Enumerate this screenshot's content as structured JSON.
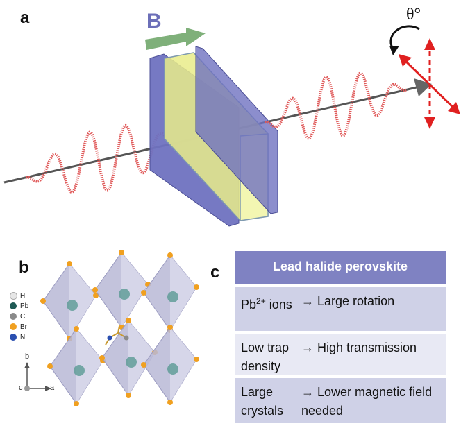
{
  "panels": {
    "a": "a",
    "b": "b",
    "c": "c"
  },
  "panel_a": {
    "field_label": "B",
    "angle_label": "θ°"
  },
  "panel_b": {
    "legend": [
      {
        "symbol": "H",
        "color": "#e6e6e6"
      },
      {
        "symbol": "Pb",
        "color": "#1e5a54"
      },
      {
        "symbol": "C",
        "color": "#8a8a8a"
      },
      {
        "symbol": "Br",
        "color": "#f0a020"
      },
      {
        "symbol": "N",
        "color": "#2a4fb0"
      }
    ],
    "axes": {
      "b": "b",
      "c": "c",
      "a": "a"
    }
  },
  "table": {
    "title": "Lead halide perovskite",
    "rows": [
      {
        "left_pre": "Pb",
        "left_sup": "2+",
        "left_post": " ions",
        "arrow": "→",
        "right": "Large rotation"
      },
      {
        "left": "Low trap density",
        "arrow": "→",
        "right": "High transmission"
      },
      {
        "left": "Large crystals",
        "arrow": "→",
        "right": "Lower magnetic field needed"
      }
    ],
    "colors": {
      "header": "#7f82c2",
      "row_dark": "#cfd1e7",
      "row_light": "#e8e9f4"
    }
  },
  "colors": {
    "wave": "#e05a5a",
    "slab": "#6f72c0",
    "crystal": "#eef2a0",
    "arrow_green": "#7fb07a",
    "polarization": "#e02020"
  }
}
